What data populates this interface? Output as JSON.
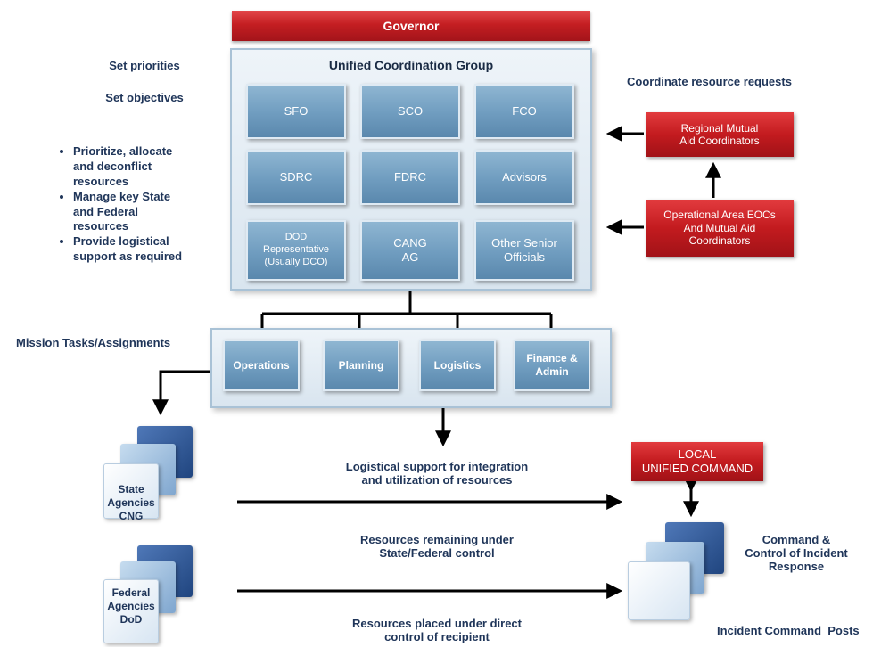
{
  "governor": "Governor",
  "ucg": {
    "title": "Unified Coordination Group",
    "cells": [
      "SFO",
      "SCO",
      "FCO",
      "SDRC",
      "FDRC",
      "Advisors"
    ],
    "dod": [
      "DOD",
      "Representative",
      "(Usually DCO)"
    ],
    "cang": [
      "CANG",
      "AG"
    ],
    "other": [
      "Other Senior",
      "Officials"
    ]
  },
  "left": {
    "set_priorities": "Set priorities",
    "set_objectives": "Set objectives",
    "bullets": [
      [
        "Prioritize, allocate",
        "and deconflict",
        "resources"
      ],
      [
        "Manage key State",
        "and Federal",
        "resources"
      ],
      [
        "Provide logistical",
        "support as required"
      ]
    ]
  },
  "right": {
    "coordinate": "Coordinate resource requests",
    "regional": [
      "Regional Mutual",
      "Aid Coordinators"
    ],
    "operational": [
      "Operational Area EOCs",
      "And Mutual Aid",
      "Coordinators"
    ]
  },
  "mission": "Mission Tasks/Assignments",
  "sections": {
    "operations": "Operations",
    "planning": "Planning",
    "logistics": "Logistics",
    "finance": [
      "Finance &",
      "Admin"
    ]
  },
  "state": [
    "State",
    "Agencies",
    "CNG"
  ],
  "federal": [
    "Federal",
    "Agencies",
    "DoD"
  ],
  "flow": {
    "logistical": [
      "Logistical support for integration",
      "and utilization of resources"
    ],
    "remaining": [
      "Resources remaining under",
      "State/Federal control"
    ],
    "placed": [
      "Resources placed under direct",
      "control of recipient"
    ]
  },
  "local": [
    "LOCAL",
    "UNIFIED COMMAND"
  ],
  "command": [
    "Command &",
    "Control of Incident",
    "Response"
  ],
  "icp": "Incident Command  Posts"
}
